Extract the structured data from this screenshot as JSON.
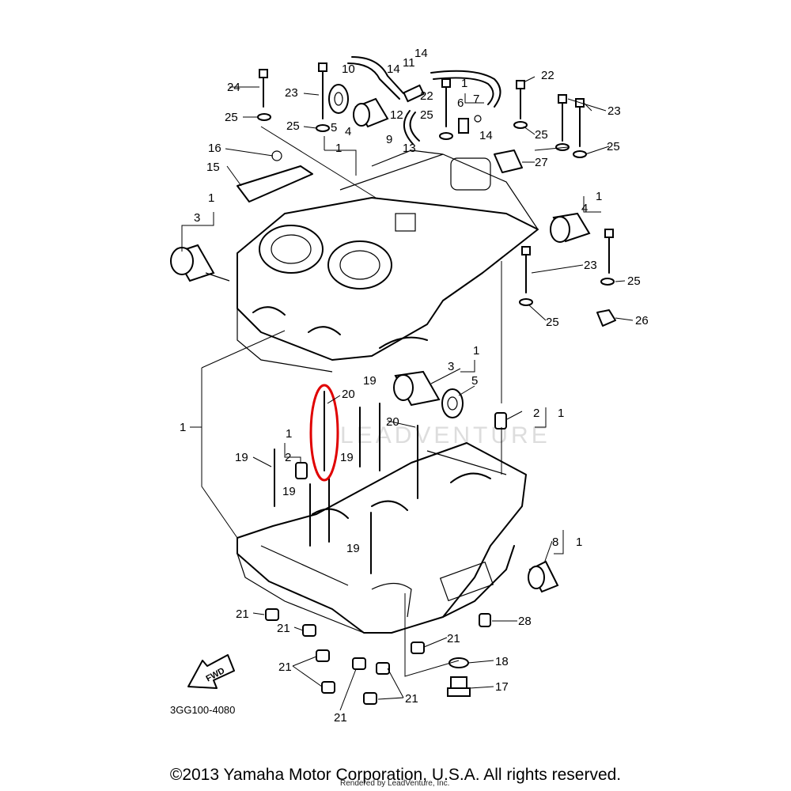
{
  "diagram": {
    "drawing_code": "3GG100-4080",
    "fwd_label": "FWD",
    "watermark": "LEADVENTURE",
    "callouts": [
      {
        "id": "c24",
        "text": "24"
      },
      {
        "id": "c23a",
        "text": "23"
      },
      {
        "id": "c10",
        "text": "10"
      },
      {
        "id": "c14a",
        "text": "14"
      },
      {
        "id": "c11",
        "text": "11"
      },
      {
        "id": "c14b",
        "text": "14"
      },
      {
        "id": "c22a",
        "text": "22"
      },
      {
        "id": "c22b",
        "text": "22"
      },
      {
        "id": "c1a",
        "text": "1"
      },
      {
        "id": "c7",
        "text": "7"
      },
      {
        "id": "c12",
        "text": "12"
      },
      {
        "id": "c25a",
        "text": "25"
      },
      {
        "id": "c6",
        "text": "6"
      },
      {
        "id": "c14c",
        "text": "14"
      },
      {
        "id": "c23b",
        "text": "23"
      },
      {
        "id": "c25b",
        "text": "25"
      },
      {
        "id": "c25c",
        "text": "25"
      },
      {
        "id": "c5a",
        "text": "5"
      },
      {
        "id": "c4a",
        "text": "4"
      },
      {
        "id": "c9",
        "text": "9"
      },
      {
        "id": "c1b",
        "text": "1"
      },
      {
        "id": "c13",
        "text": "13"
      },
      {
        "id": "c25d",
        "text": "25"
      },
      {
        "id": "c25e",
        "text": "25"
      },
      {
        "id": "c16",
        "text": "16"
      },
      {
        "id": "c27",
        "text": "27"
      },
      {
        "id": "c15",
        "text": "15"
      },
      {
        "id": "c1c",
        "text": "1"
      },
      {
        "id": "c3a",
        "text": "3"
      },
      {
        "id": "c1d",
        "text": "1"
      },
      {
        "id": "c4b",
        "text": "4"
      },
      {
        "id": "c23c",
        "text": "23"
      },
      {
        "id": "c25f",
        "text": "25"
      },
      {
        "id": "c25g",
        "text": "25"
      },
      {
        "id": "c26",
        "text": "26"
      },
      {
        "id": "c1e",
        "text": "1"
      },
      {
        "id": "c3b",
        "text": "3"
      },
      {
        "id": "c5b",
        "text": "5"
      },
      {
        "id": "c20a",
        "text": "20"
      },
      {
        "id": "c19a",
        "text": "19"
      },
      {
        "id": "c20b",
        "text": "20"
      },
      {
        "id": "c2a",
        "text": "2"
      },
      {
        "id": "c1f",
        "text": "1"
      },
      {
        "id": "c1g",
        "text": "1"
      },
      {
        "id": "c1h",
        "text": "1"
      },
      {
        "id": "c19b",
        "text": "19"
      },
      {
        "id": "c2b",
        "text": "2"
      },
      {
        "id": "c19c",
        "text": "19"
      },
      {
        "id": "c19d",
        "text": "19"
      },
      {
        "id": "c19e",
        "text": "19"
      },
      {
        "id": "c8",
        "text": "8"
      },
      {
        "id": "c1i",
        "text": "1"
      },
      {
        "id": "c21a",
        "text": "21"
      },
      {
        "id": "c28",
        "text": "28"
      },
      {
        "id": "c21b",
        "text": "21"
      },
      {
        "id": "c21c",
        "text": "21"
      },
      {
        "id": "c18",
        "text": "18"
      },
      {
        "id": "c21d",
        "text": "21"
      },
      {
        "id": "c17",
        "text": "17"
      },
      {
        "id": "c21e",
        "text": "21"
      },
      {
        "id": "c21f",
        "text": "21"
      }
    ]
  },
  "footer": {
    "copyright": "©2013 Yamaha Motor Corporation, U.S.A. All rights reserved.",
    "rendered_by": "Rendered by LeadVenture, Inc."
  }
}
